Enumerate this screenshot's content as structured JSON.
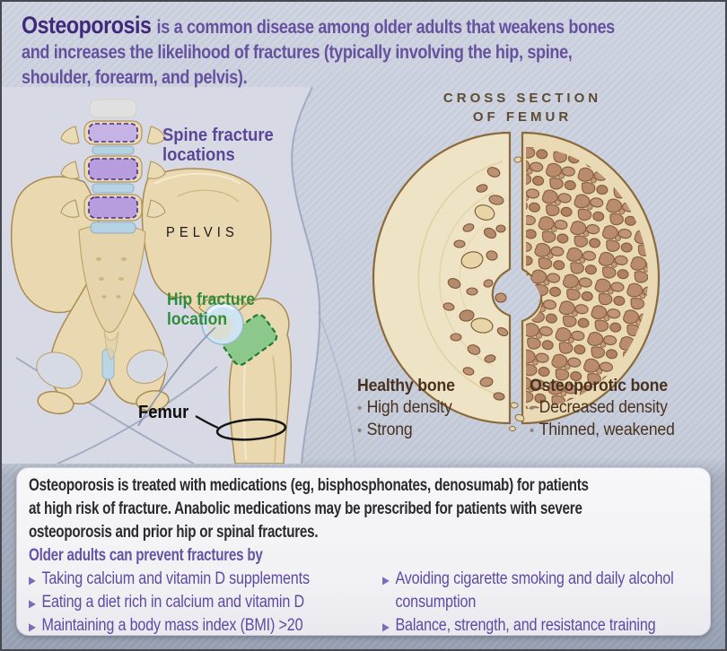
{
  "header": {
    "title_bold": "Osteoporosis",
    "line1_rest": "is a common disease among older adults that weakens bones",
    "line2": "and increases the likelihood of fractures (typically involving the hip, spine,",
    "line3": "shoulder, forearm, and pelvis)."
  },
  "anatomy": {
    "spine_label": "Spine fracture locations",
    "pelvis_label": "PELVIS",
    "hip_label": "Hip fracture location",
    "femur_label": "Femur"
  },
  "cross_section": {
    "title_line1": "CROSS SECTION",
    "title_line2": "OF FEMUR",
    "healthy": {
      "title": "Healthy bone",
      "bullets": [
        "High density",
        "Strong"
      ]
    },
    "osteoporotic": {
      "title": "Osteoporotic bone",
      "bullets": [
        "Decreased density",
        "Thinned, weakened"
      ]
    },
    "dot_marker": "•"
  },
  "info_box": {
    "p_lines": [
      "Osteoporosis is treated with medications (eg, bisphosphonates, denosumab) for patients",
      "at high risk of fracture. Anabolic medications may be prescribed for patients with severe",
      "osteoporosis and prior hip or spinal fractures."
    ],
    "prevention_heading": "Older adults can prevent fractures by",
    "column1": [
      "Taking calcium and vitamin D supplements",
      "Eating a diet rich in calcium and vitamin D",
      "Maintaining a body mass index (BMI) >20"
    ],
    "column2": [
      "Avoiding cigarette smoking and daily alcohol consumption",
      "Balance, strength, and resistance training"
    ],
    "bullet_marker": "▶"
  },
  "colors": {
    "title_dark_purple": "#41287c",
    "body_purple": "#66519f",
    "hip_green": "#2f8c3c",
    "cross_section_brown": "#5d4a33",
    "bone_cream": "#ead9b0",
    "vertebra_purple": "#b79ddd",
    "disc_blue": "#b6d3e3",
    "trabecular_brown": "#b98c6d"
  }
}
